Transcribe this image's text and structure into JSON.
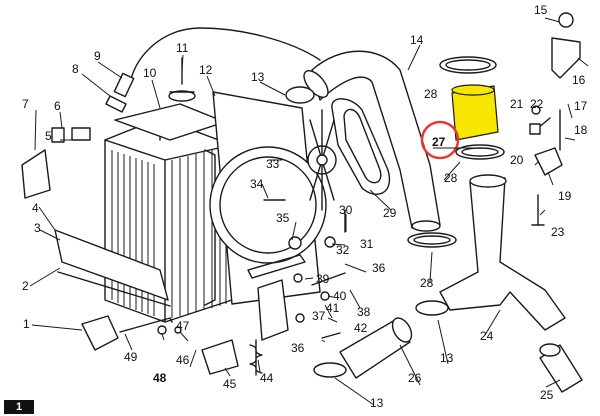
{
  "badge": "1",
  "colors": {
    "line": "#1a1a1a",
    "highlight_part": "#f7e600",
    "highlight_circle": "#e53935",
    "background": "#ffffff"
  },
  "labels": {
    "l1": "1",
    "l2": "2",
    "l3": "3",
    "l4": "4",
    "l5": "5",
    "l6": "6",
    "l7": "7",
    "l8": "8",
    "l9": "9",
    "l10": "10",
    "l11": "11",
    "l12": "12",
    "l13a": "13",
    "l13b": "13",
    "l13c": "13",
    "l14": "14",
    "l15": "15",
    "l16": "16",
    "l17": "17",
    "l18": "18",
    "l19": "19",
    "l20": "20",
    "l21": "21",
    "l22": "22",
    "l23": "23",
    "l24": "24",
    "l25": "25",
    "l26": "26",
    "l27": "27",
    "l28a": "28",
    "l28b": "28",
    "l28c": "28",
    "l29": "29",
    "l30": "30",
    "l31": "31",
    "l32": "32",
    "l33": "33",
    "l34": "34",
    "l35": "35",
    "l36a": "36",
    "l36b": "36",
    "l37": "37",
    "l38": "38",
    "l39": "39",
    "l40": "40",
    "l41": "41",
    "l42": "42",
    "l44": "44",
    "l45": "45",
    "l46": "46",
    "l47": "47",
    "l48": "48",
    "l49": "49"
  }
}
